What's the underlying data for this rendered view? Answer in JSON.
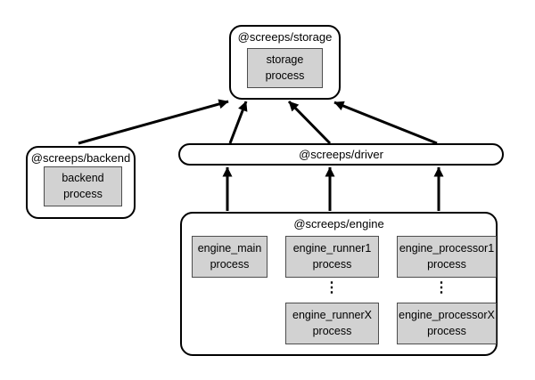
{
  "nodes": {
    "storage": {
      "label": "@screeps/storage",
      "process": "storage\nprocess"
    },
    "backend": {
      "label": "@screeps/backend",
      "process": "backend\nprocess"
    },
    "driver": {
      "label": "@screeps/driver"
    },
    "engine": {
      "label": "@screeps/engine",
      "ellipsis": "⋮",
      "processes": {
        "main": "engine_main\nprocess",
        "runner1": "engine_runner1\nprocess",
        "runnerX": "engine_runnerX\nprocess",
        "processor1": "engine_processor1\nprocess",
        "processorX": "engine_processorX\nprocess"
      }
    }
  },
  "edges": [
    {
      "from": "@screeps/backend",
      "to": "@screeps/storage"
    },
    {
      "from": "@screeps/driver",
      "to": "@screeps/storage"
    },
    {
      "from": "@screeps/driver",
      "to": "@screeps/storage"
    },
    {
      "from": "@screeps/driver",
      "to": "@screeps/storage"
    },
    {
      "from": "@screeps/engine",
      "to": "@screeps/driver"
    },
    {
      "from": "@screeps/engine",
      "to": "@screeps/driver"
    },
    {
      "from": "@screeps/engine",
      "to": "@screeps/driver"
    }
  ],
  "colors": {
    "background": "#ffffff",
    "container_border": "#000000",
    "process_fill": "#d2d2d2",
    "process_border": "#4d4d4d",
    "arrow": "#000000"
  }
}
